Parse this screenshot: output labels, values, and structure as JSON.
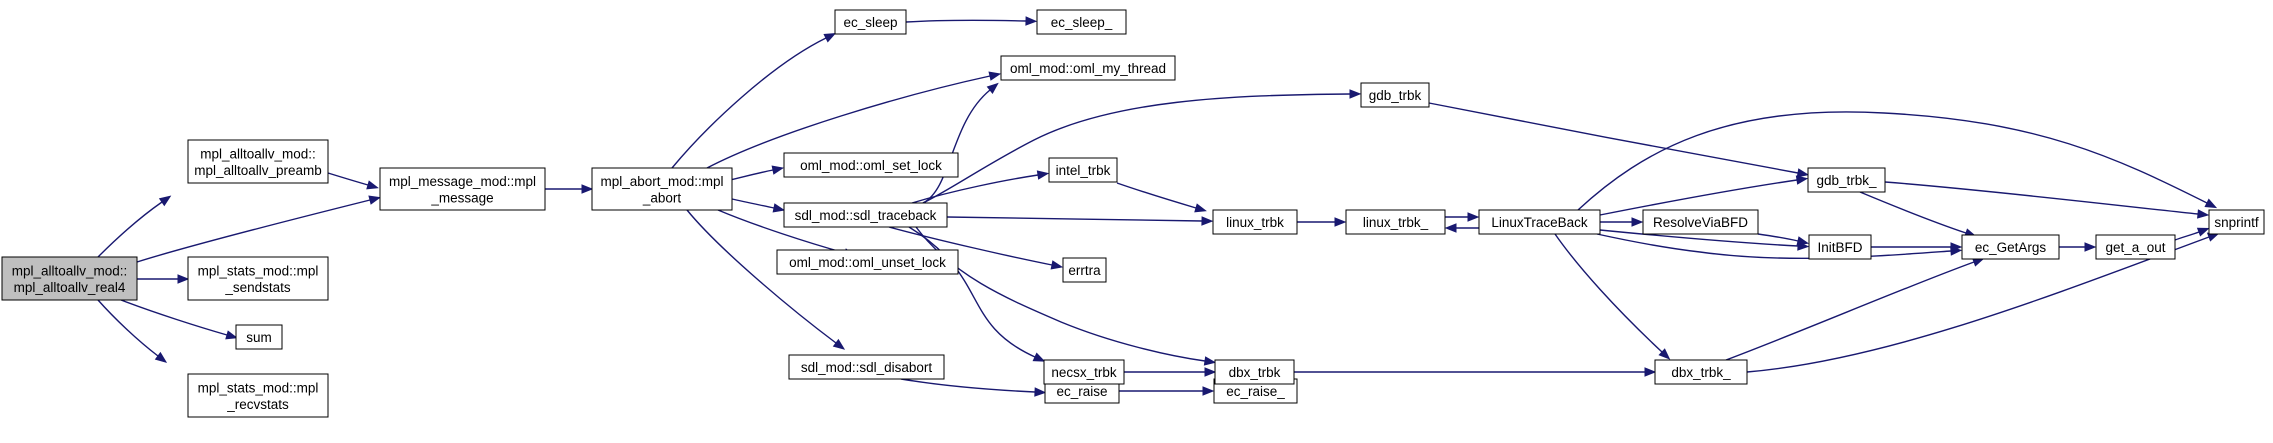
{
  "colors": {
    "edge": "#191970",
    "root_fill": "#bfbfbf",
    "node_fill": "#ffffff",
    "node_border": "#000000"
  },
  "nodes": {
    "root": {
      "lines": [
        "mpl_alltoallv_mod::",
        "mpl_alltoallv_real4"
      ]
    },
    "preamb": {
      "lines": [
        "mpl_alltoallv_mod::",
        "mpl_alltoallv_preamb"
      ]
    },
    "sendstats": {
      "lines": [
        "mpl_stats_mod::mpl",
        "_sendstats"
      ]
    },
    "sum": {
      "lines": [
        "sum"
      ]
    },
    "recvstats": {
      "lines": [
        "mpl_stats_mod::mpl",
        "_recvstats"
      ]
    },
    "message": {
      "lines": [
        "mpl_message_mod::mpl",
        "_message"
      ]
    },
    "abort": {
      "lines": [
        "mpl_abort_mod::mpl",
        "_abort"
      ]
    },
    "ec_sleep": {
      "lines": [
        "ec_sleep"
      ]
    },
    "ec_sleep_": {
      "lines": [
        "ec_sleep_"
      ]
    },
    "oml_my_thread": {
      "lines": [
        "oml_mod::oml_my_thread"
      ]
    },
    "oml_set_lock": {
      "lines": [
        "oml_mod::oml_set_lock"
      ]
    },
    "sdl_traceback": {
      "lines": [
        "sdl_mod::sdl_traceback"
      ]
    },
    "oml_unset_lock": {
      "lines": [
        "oml_mod::oml_unset_lock"
      ]
    },
    "sdl_disabort": {
      "lines": [
        "sdl_mod::sdl_disabort"
      ]
    },
    "ec_raise": {
      "lines": [
        "ec_raise"
      ]
    },
    "ec_raise_": {
      "lines": [
        "ec_raise_"
      ]
    },
    "gdb_trbk": {
      "lines": [
        "gdb_trbk"
      ]
    },
    "intel_trbk": {
      "lines": [
        "intel_trbk"
      ]
    },
    "linux_trbk": {
      "lines": [
        "linux_trbk"
      ]
    },
    "errtra": {
      "lines": [
        "errtra"
      ]
    },
    "necsx_trbk": {
      "lines": [
        "necsx_trbk"
      ]
    },
    "dbx_trbk": {
      "lines": [
        "dbx_trbk"
      ]
    },
    "linux_trbk_": {
      "lines": [
        "linux_trbk_"
      ]
    },
    "LinuxTraceBack": {
      "lines": [
        "LinuxTraceBack"
      ]
    },
    "ResolveViaBFD": {
      "lines": [
        "ResolveViaBFD"
      ]
    },
    "InitBFD": {
      "lines": [
        "InitBFD"
      ]
    },
    "gdb_trbk_": {
      "lines": [
        "gdb_trbk_"
      ]
    },
    "dbx_trbk_": {
      "lines": [
        "dbx_trbk_"
      ]
    },
    "ec_GetArgs": {
      "lines": [
        "ec_GetArgs"
      ]
    },
    "get_a_out": {
      "lines": [
        "get_a_out"
      ]
    },
    "snprintf": {
      "lines": [
        "snprintf"
      ]
    }
  },
  "edges": [
    [
      "root",
      "preamb"
    ],
    [
      "root",
      "message"
    ],
    [
      "root",
      "sendstats"
    ],
    [
      "root",
      "sum"
    ],
    [
      "root",
      "recvstats"
    ],
    [
      "preamb",
      "message"
    ],
    [
      "message",
      "abort"
    ],
    [
      "abort",
      "ec_sleep"
    ],
    [
      "abort",
      "oml_my_thread"
    ],
    [
      "abort",
      "oml_set_lock"
    ],
    [
      "abort",
      "sdl_traceback"
    ],
    [
      "abort",
      "oml_unset_lock"
    ],
    [
      "abort",
      "sdl_disabort"
    ],
    [
      "ec_sleep",
      "ec_sleep_"
    ],
    [
      "sdl_traceback",
      "oml_my_thread"
    ],
    [
      "sdl_traceback",
      "gdb_trbk"
    ],
    [
      "sdl_traceback",
      "intel_trbk"
    ],
    [
      "sdl_traceback",
      "linux_trbk"
    ],
    [
      "sdl_traceback",
      "errtra"
    ],
    [
      "sdl_traceback",
      "necsx_trbk"
    ],
    [
      "sdl_traceback",
      "dbx_trbk"
    ],
    [
      "sdl_disabort",
      "ec_raise"
    ],
    [
      "ec_raise",
      "ec_raise_"
    ],
    [
      "gdb_trbk",
      "gdb_trbk_"
    ],
    [
      "intel_trbk",
      "linux_trbk"
    ],
    [
      "linux_trbk",
      "linux_trbk_"
    ],
    [
      "necsx_trbk",
      "dbx_trbk"
    ],
    [
      "dbx_trbk",
      "dbx_trbk_"
    ],
    [
      "linux_trbk_",
      "LinuxTraceBack"
    ],
    [
      "LinuxTraceBack",
      "linux_trbk_"
    ],
    [
      "LinuxTraceBack",
      "gdb_trbk_"
    ],
    [
      "LinuxTraceBack",
      "ResolveViaBFD"
    ],
    [
      "LinuxTraceBack",
      "InitBFD"
    ],
    [
      "LinuxTraceBack",
      "ec_GetArgs"
    ],
    [
      "LinuxTraceBack",
      "dbx_trbk_"
    ],
    [
      "LinuxTraceBack",
      "snprintf"
    ],
    [
      "ResolveViaBFD",
      "InitBFD"
    ],
    [
      "InitBFD",
      "ec_GetArgs"
    ],
    [
      "gdb_trbk_",
      "ec_GetArgs"
    ],
    [
      "gdb_trbk_",
      "snprintf"
    ],
    [
      "dbx_trbk_",
      "ec_GetArgs"
    ],
    [
      "dbx_trbk_",
      "snprintf"
    ],
    [
      "ec_GetArgs",
      "get_a_out"
    ],
    [
      "get_a_out",
      "snprintf"
    ]
  ]
}
